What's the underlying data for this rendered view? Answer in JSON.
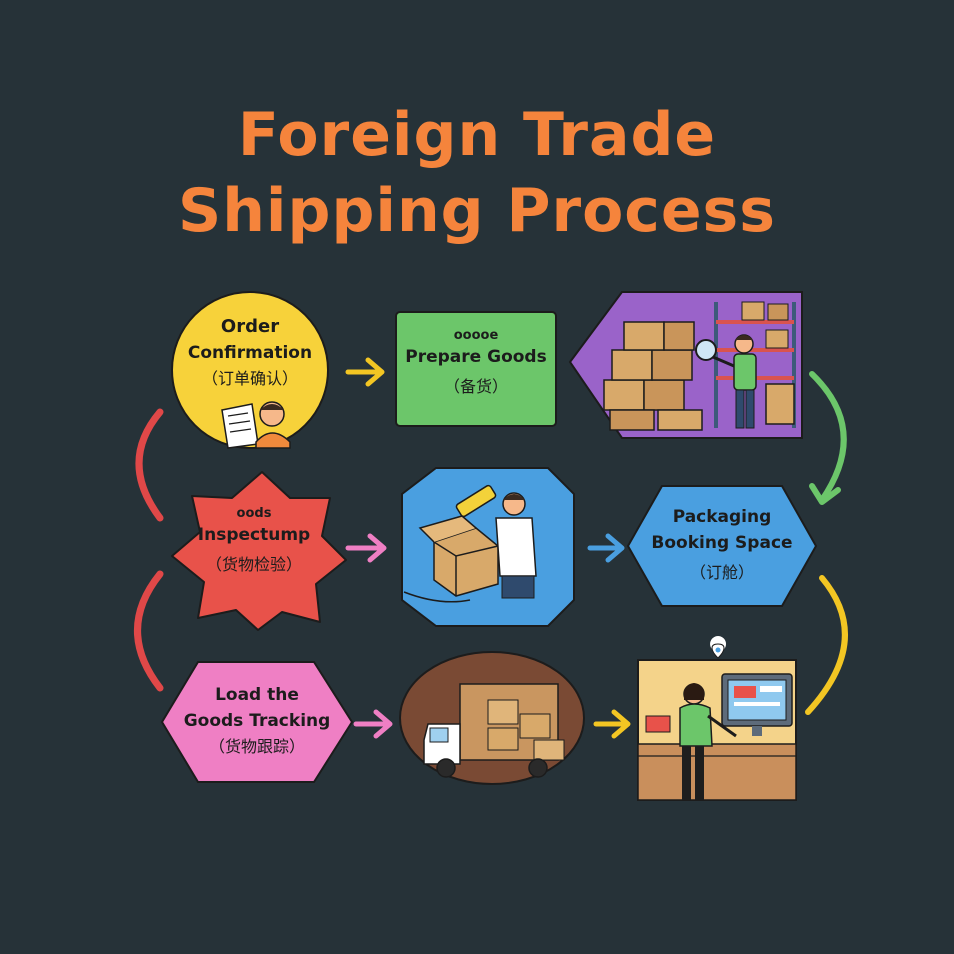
{
  "title": {
    "line1": "Foreign Trade",
    "line2": "Shipping Process"
  },
  "steps": {
    "order": {
      "label_line1": "Order",
      "label_line2": "Confirmation",
      "zh": "（订单确认）"
    },
    "prepare": {
      "tag": "ooooe",
      "label": "Prepare Goods",
      "zh": "（备货）"
    },
    "inspection": {
      "tag": "oods",
      "label": "Inspectump",
      "zh": "（货物检验）"
    },
    "booking": {
      "label_line1": "Packaging",
      "label_line2": "Booking Space",
      "zh": "（订舱）"
    },
    "load": {
      "label_line1": "Load the",
      "label_line2": "Goods Tracking",
      "zh": "（货物跟踪）"
    }
  },
  "colors": {
    "background": "#263238",
    "title": "#f5843c",
    "order": "#f7d23a",
    "prepare": "#6cc66a",
    "warehouse": "#9a63c9",
    "inspection": "#e8524a",
    "packing": "#4a9fe0",
    "booking": "#4a9fe0",
    "load": "#ef7fc4",
    "truck": "#7a4a34",
    "tracking": "#f4d38a",
    "arrow_yellow": "#f3c623",
    "arrow_pink": "#ef7fc4",
    "arrow_blue": "#4a9fe0",
    "arrow_green": "#6cc66a",
    "arc_red": "#e04848",
    "arc_yellow": "#f3c623"
  },
  "icons": [
    "document-person-icon",
    "warehouse-inspector-icon",
    "packing-box-icon",
    "truck-icon",
    "tracking-computer-icon",
    "location-pin-icon"
  ]
}
